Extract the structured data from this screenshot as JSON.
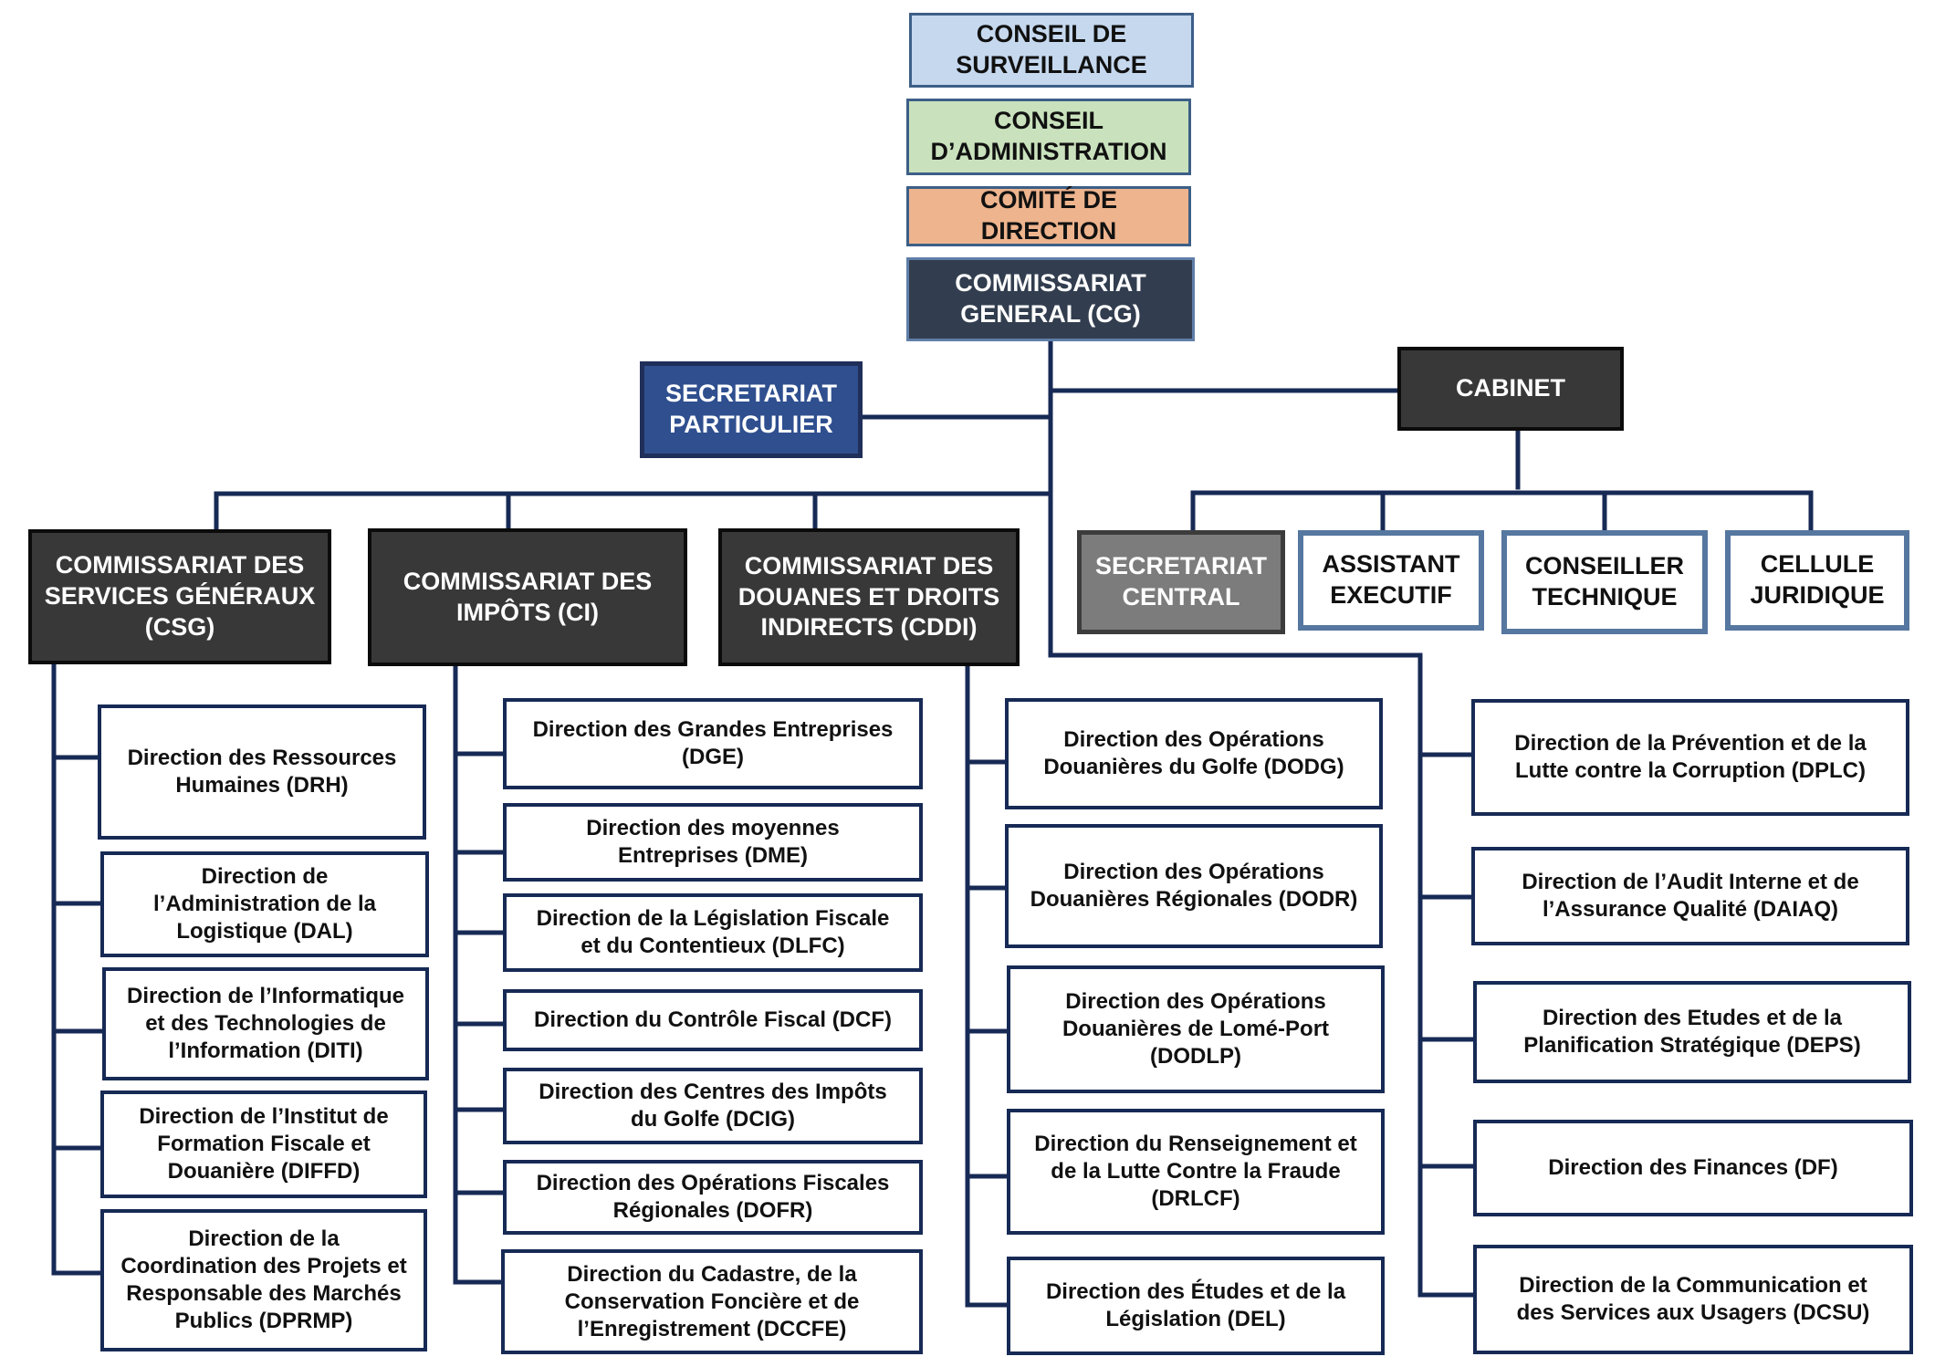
{
  "colors": {
    "line": "#172a55",
    "conseil_surveillance": "#c5d8ee",
    "conseil_administration": "#c9e2bd",
    "comite_direction": "#eeb48e",
    "commissariat_general": "#323e4f",
    "secretariat_particulier": "#2f4f8f",
    "commissariat_dark": "#383838",
    "secretariat_central": "#7c7c7c"
  },
  "top": {
    "conseil_surveillance": "CONSEIL DE\nSURVEILLANCE",
    "conseil_administration": "CONSEIL\nD’ADMINISTRATION",
    "comite_direction": "COMITÉ DE DIRECTION",
    "commissariat_general": "COMMISSARIAT\nGENERAL (CG)"
  },
  "secretariat_particulier": "SECRETARIAT\nPARTICULIER",
  "cabinet": {
    "title": "CABINET",
    "members": [
      "SECRETARIAT\nCENTRAL",
      "ASSISTANT\nEXECUTIF",
      "CONSEILLER\nTECHNIQUE",
      "CELLULE\nJURIDIQUE"
    ]
  },
  "commissariats": {
    "csg": {
      "title": "COMMISSARIAT DES\nSERVICES GÉNÉRAUX\n(CSG)",
      "directions": [
        "Direction des Ressources\nHumaines (DRH)",
        "Direction de\nl’Administration de la\nLogistique (DAL)",
        "Direction de l’Informatique\net des Technologies de\nl’Information (DITI)",
        "Direction de l’Institut de\nFormation Fiscale et\nDouanière (DIFFD)",
        "Direction de la\nCoordination des Projets et\nResponsable des Marchés\nPublics (DPRMP)"
      ]
    },
    "ci": {
      "title": "COMMISSARIAT DES\nIMPÔTS (CI)",
      "directions": [
        "Direction des Grandes Entreprises\n(DGE)",
        "Direction des moyennes\nEntreprises (DME)",
        "Direction de la Législation Fiscale\net du Contentieux (DLFC)",
        "Direction du Contrôle Fiscal (DCF)",
        "Direction des Centres des Impôts\ndu Golfe (DCIG)",
        "Direction des Opérations Fiscales\nRégionales (DOFR)",
        "Direction du Cadastre, de la\nConservation Foncière et de\nl’Enregistrement (DCCFE)"
      ]
    },
    "cddi": {
      "title": "COMMISSARIAT DES\nDOUANES ET DROITS\nINDIRECTS (CDDI)",
      "directions": [
        "Direction des Opérations\nDouanières du Golfe (DODG)",
        "Direction des Opérations\nDouanières Régionales (DODR)",
        "Direction des Opérations\nDouanières de Lomé-Port\n(DODLP)",
        "Direction du Renseignement et\nde la Lutte Contre la Fraude\n(DRLCF)",
        "Direction des Études et de la\nLégislation (DEL)"
      ]
    }
  },
  "cg_directions": [
    "Direction de la Prévention et de la\nLutte contre la Corruption (DPLC)",
    "Direction de l’Audit Interne et de\nl’Assurance Qualité (DAIAQ)",
    "Direction des Etudes et de la\nPlanification Stratégique (DEPS)",
    "Direction des Finances (DF)",
    "Direction de la Communication et\ndes Services aux Usagers (DCSU)"
  ]
}
